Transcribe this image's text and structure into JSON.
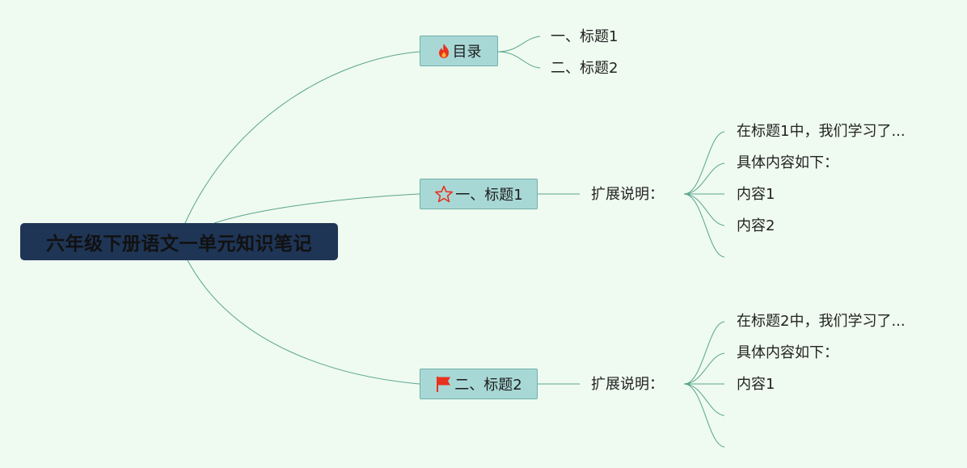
{
  "root": {
    "label": "六年级下册语文一单元知识笔记"
  },
  "toc": {
    "label": "目录",
    "icon": "fire-icon",
    "items": [
      "一、标题1",
      "二、标题2"
    ]
  },
  "section1": {
    "label": "一、标题1",
    "icon": "star-icon",
    "ext_label": "扩展说明：",
    "items": [
      "在标题1中，我们学习了...",
      "具体内容如下：",
      "内容1",
      "内容2"
    ]
  },
  "section2": {
    "label": "二、标题2",
    "icon": "flag-icon",
    "ext_label": "扩展说明：",
    "items": [
      "在标题2中，我们学习了...",
      "具体内容如下：",
      "内容1"
    ]
  },
  "colors": {
    "line": "#5aa58e",
    "node": "#a8d8d6",
    "root": "#1f3556",
    "icon": "#e8321e"
  }
}
